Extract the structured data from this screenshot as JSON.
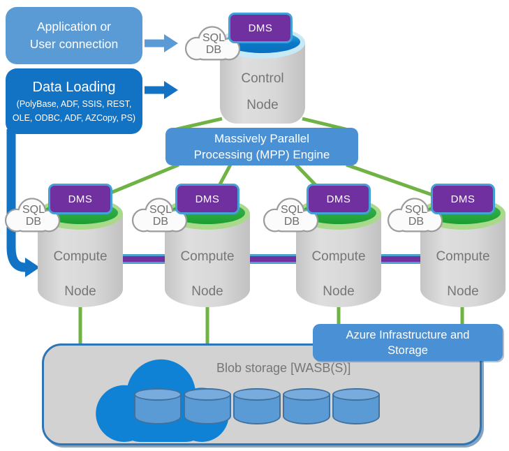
{
  "colors": {
    "light_blue": "#5B9BD5",
    "dark_blue": "#1273C5",
    "mid_blue": "#4A90D5",
    "purple": "#7030A0",
    "badge_border_blue": "#44A1D8",
    "green_line": "#6FB345",
    "cylinder_gray": "#D4D4D4",
    "control_top_blue": "#0B78C8",
    "compute_top_green": "#22A63A",
    "label_gray": "#767676",
    "storage_panel_gray": "#D2D2D2",
    "panel_border_blue": "#2E75B6",
    "storage_cloud_blue": "#0F82D6",
    "storage_cylinder_blue": "#5B9BD5"
  },
  "app_box": {
    "line1": "Application or",
    "line2": "User connection"
  },
  "data_box": {
    "title": "Data Loading",
    "sub1": "(PolyBase, ADF, SSIS, REST,",
    "sub2": "OLE, ODBC, ADF, AZCopy, PS)"
  },
  "mpp_box": {
    "line1": "Massively Parallel",
    "line2": "Processing (MPP) Engine"
  },
  "azure_box": {
    "line1": "Azure Infrastructure and",
    "line2": "Storage"
  },
  "control_node": {
    "dms": "DMS",
    "cloud_line1": "SQL",
    "cloud_line2": "DB",
    "line1": "Control",
    "line2": "Node"
  },
  "compute_nodes": [
    {
      "dms": "DMS",
      "cloud_line1": "SQL",
      "cloud_line2": "DB",
      "line1": "Compute",
      "line2": "Node"
    },
    {
      "dms": "DMS",
      "cloud_line1": "SQL",
      "cloud_line2": "DB",
      "line1": "Compute",
      "line2": "Node"
    },
    {
      "dms": "DMS",
      "cloud_line1": "SQL",
      "cloud_line2": "DB",
      "line1": "Compute",
      "line2": "Node"
    },
    {
      "dms": "DMS",
      "cloud_line1": "SQL",
      "cloud_line2": "DB",
      "line1": "Compute",
      "line2": "Node"
    }
  ],
  "storage": {
    "label": "Blob storage [WASB(S)]"
  }
}
